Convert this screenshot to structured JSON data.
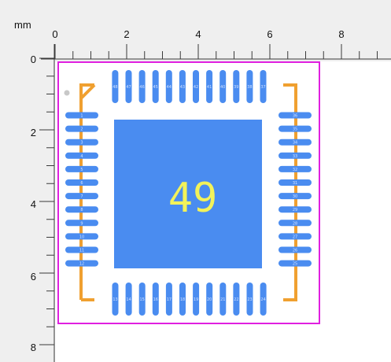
{
  "ruler": {
    "unit": "mm",
    "x_labels": [
      "0",
      "2",
      "4",
      "6",
      "8"
    ],
    "y_labels": [
      "0",
      "2",
      "4",
      "6",
      "8"
    ]
  },
  "footprint": {
    "center_pad_label": "49",
    "left_pins": [
      "1",
      "2",
      "3",
      "4",
      "5",
      "6",
      "7",
      "8",
      "9",
      "10",
      "11",
      "12"
    ],
    "bottom_pins": [
      "13",
      "14",
      "15",
      "16",
      "17",
      "18",
      "19",
      "20",
      "21",
      "22",
      "23",
      "24"
    ],
    "right_pins": [
      "25",
      "26",
      "27",
      "28",
      "29",
      "30",
      "31",
      "32",
      "33",
      "34",
      "35",
      "36"
    ],
    "top_pins": [
      "37",
      "38",
      "39",
      "40",
      "41",
      "42",
      "43",
      "44",
      "45",
      "46",
      "47",
      "48"
    ]
  },
  "colors": {
    "pad": "#4a8cf0",
    "silkscreen": "#f0a030",
    "courtyard": "#e020e0",
    "label": "#f2f25a",
    "pin1_marker": "#c8c8c8",
    "ruler_bg": "#efefef"
  }
}
